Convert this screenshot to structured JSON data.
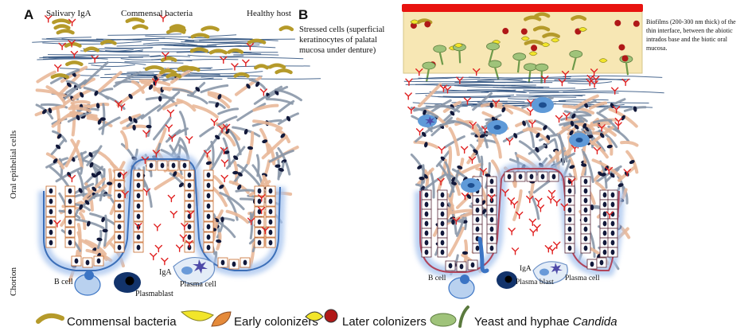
{
  "panel_a": {
    "letter": "A",
    "salivary_iga": "Salivary IgA",
    "commensal_bacteria": "Commensal bacteria",
    "healthy_host": "Healthy host",
    "oral_epithelial_cells": "Oral epithelial cells",
    "chorion": "Chorion",
    "b_cell": "B cell",
    "plasmablast": "Plasmablast",
    "iga": "IgA",
    "plasma_cell": "Plasma cell"
  },
  "panel_b": {
    "letter": "B",
    "stressed_cells_line1": "Stressed cells (superficial",
    "stressed_cells_line2": "keratinocytes  of palatal",
    "stressed_cells_line3": "mucosa under denture)",
    "biofilm_line1": "Biofilms (200-300 nm thick) of the",
    "biofilm_line2": "thin interface, between the abiotic",
    "biofilm_line3": "intrados base and the biotic oral",
    "biofilm_line4": "mucosa.",
    "b_cell": "B cell",
    "plasma_blast": "Plasma blast",
    "iga": "IgA",
    "plasma_cell": "Plasma cell"
  },
  "legend": {
    "commensal_bacteria": "Commensal bacteria",
    "early_colonizers": "Early colonizers",
    "later_colonizers": "Later colonizers",
    "yeast_hyphae": "Yeast and hyphae ",
    "candida": "Candida"
  },
  "colors": {
    "denture_base": "#e8130f",
    "biofilm_bg": "#f7e7b4",
    "commensal": "#b59a2a",
    "early_yellow": "#f2e52a",
    "early_orange": "#e58a3a",
    "later_red": "#b01818",
    "candida_green": "#9fc37a",
    "iga_red": "#e02020",
    "fiber_blue": "#2c4f7c",
    "fiber_tan": "#e9b899",
    "basal_edge": "#a6c3ee",
    "cell_outline": "#c76a2a",
    "b_cell_blue": "#3b74c4",
    "plasmablast_navy": "#12336b"
  }
}
